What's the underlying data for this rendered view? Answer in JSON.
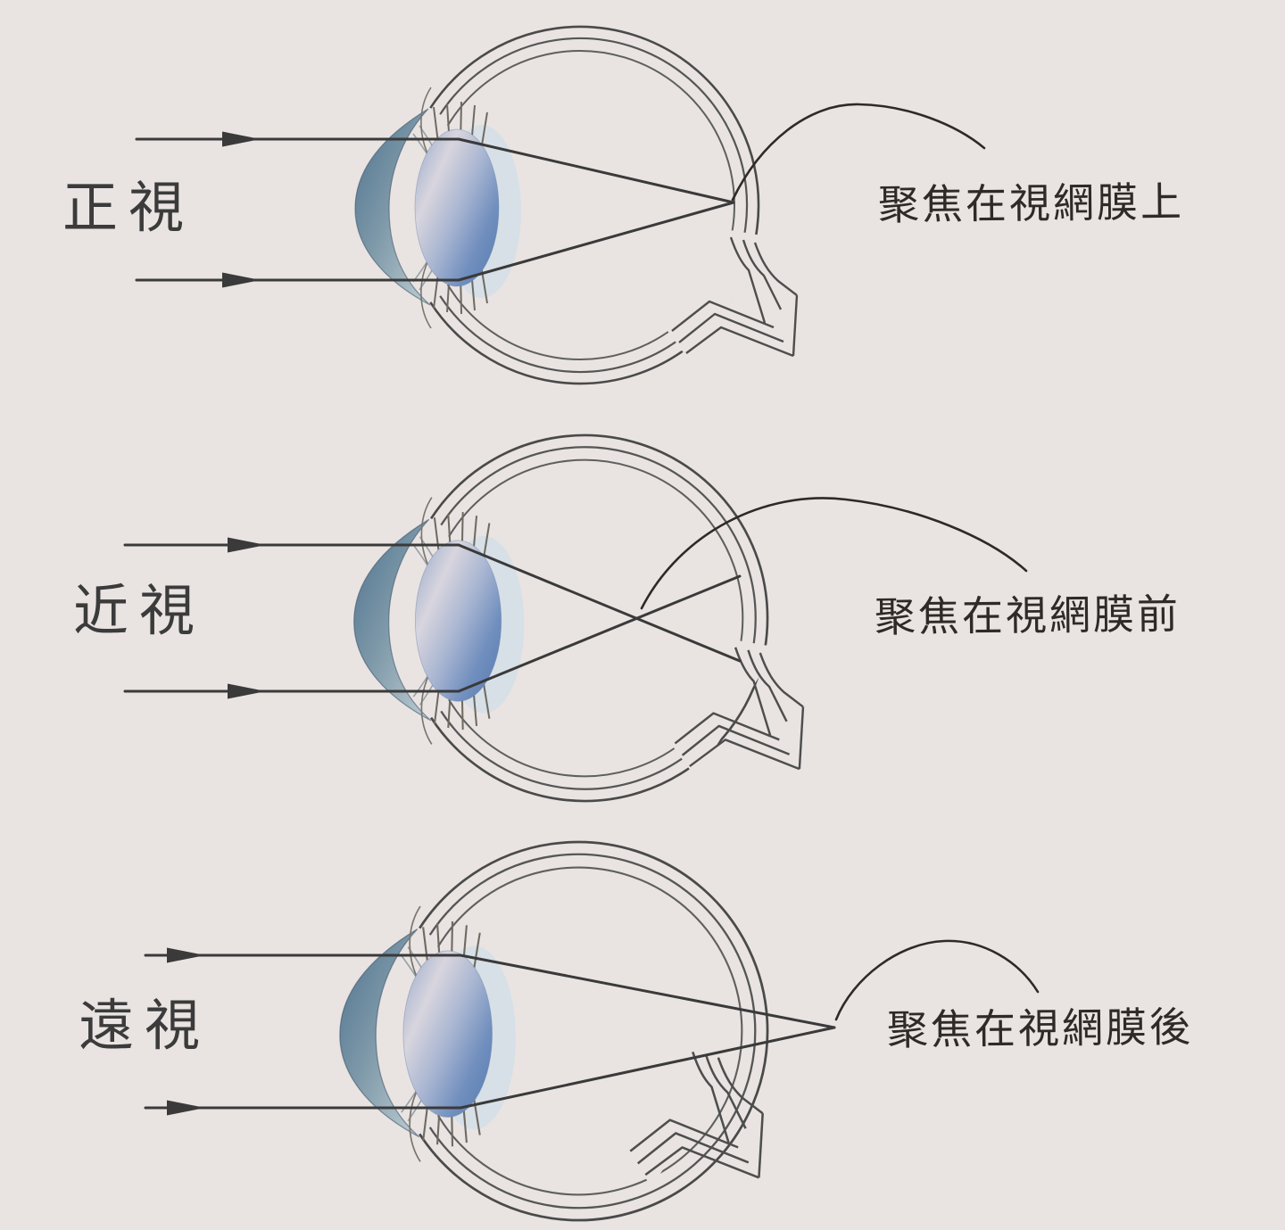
{
  "figure": {
    "description_labels_only": "eye focus cross-sections",
    "colors": {
      "background": "#e9e4e2",
      "label_ink": "#3b3b3b",
      "annotation_ink": "#2d2a27",
      "outline": "#4c4c4c",
      "ray": "#3a3a3a",
      "lens_blue_dark": "#5d80b5",
      "lens_blue_mid": "#8fa6c9",
      "lens_highlight": "#d8d5de",
      "cornea_dark": "#4f7390",
      "cornea_light": "#b9c9cf",
      "glow_blue": "#c6dbe9"
    },
    "diagrams": [
      {
        "id": "emmetropia",
        "label": "正視",
        "annotation": "聚焦在視網膜上"
      },
      {
        "id": "myopia",
        "label": "近視",
        "annotation": "聚焦在視網膜前"
      },
      {
        "id": "hyperopia",
        "label": "遠視",
        "annotation": "聚焦在視網膜後"
      }
    ]
  }
}
